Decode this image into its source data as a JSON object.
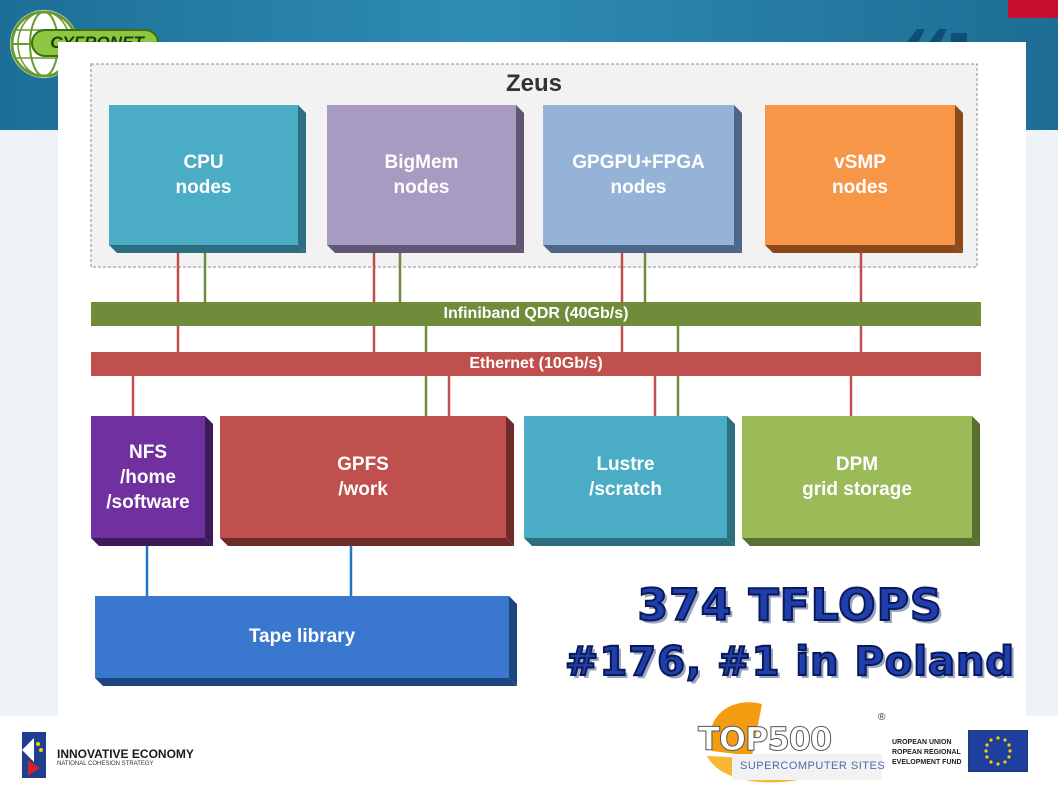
{
  "logo": {
    "text": "CYFRONET"
  },
  "diagram": {
    "title": "Zeus",
    "compute_nodes": [
      {
        "line1": "CPU",
        "line2": "nodes",
        "color": "#4bacc6"
      },
      {
        "line1": "BigMem",
        "line2": "nodes",
        "color": "#a79bc1"
      },
      {
        "line1": "GPGPU+FPGA",
        "line2": "nodes",
        "color": "#95b3d7"
      },
      {
        "line1": "vSMP",
        "line2": "nodes",
        "color": "#f79646"
      }
    ],
    "buses": {
      "infiniband": {
        "label": "Infiniband QDR (40Gb/s)",
        "color": "#6e8c3a"
      },
      "ethernet": {
        "label": "Ethernet (10Gb/s)",
        "color": "#c0504d"
      }
    },
    "storage": [
      {
        "line1": "NFS",
        "line2": "/home",
        "line3": "/software",
        "color": "#7030a0"
      },
      {
        "line1": "GPFS",
        "line2": "/work",
        "color": "#c0504d"
      },
      {
        "line1": "Lustre",
        "line2": "/scratch",
        "color": "#4bacc6"
      },
      {
        "line1": "DPM",
        "line2": "grid storage",
        "color": "#9bbb59"
      }
    ],
    "tape": {
      "label": "Tape library",
      "color": "#3a78cf"
    }
  },
  "stats": {
    "line1": "374 TFLOPS",
    "line2": "#176, #1 in Poland"
  },
  "footer": {
    "innovative_economy": "INNOVATIVE ECONOMY",
    "cohesion_strategy": "NATIONAL COHESION STRATEGY",
    "top500_logo": "TOP500",
    "top500_tagline": "SUPERCOMPUTER SITES",
    "eu_line1": "UROPEAN UNION",
    "eu_line2": "ROPEAN REGIONAL",
    "eu_line3": "EVELOPMENT FUND"
  }
}
